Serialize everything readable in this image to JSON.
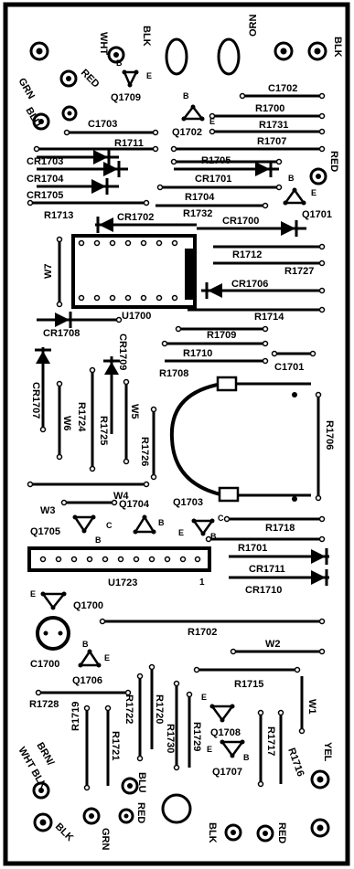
{
  "board": {
    "ink": "#000000",
    "paper": "#ffffff",
    "labels": {
      "wht": "WHT",
      "blk_top": "BLK",
      "orn": "ORN",
      "blk_tr": "BLK",
      "red_top": "RED",
      "grn": "GRN",
      "blu": "BLU",
      "q1709": "Q1709",
      "q1709_b": "B",
      "q1709_e": "E",
      "c1702": "C1702",
      "r1700": "R1700",
      "r1731": "R1731",
      "r1707": "R1707",
      "c1703": "C1703",
      "r1711": "R1711",
      "q1702": "Q1702",
      "q1702_b": "B",
      "q1702_e": "E",
      "cr1703": "CR1703",
      "cr1704": "CR1704",
      "cr1705": "CR1705",
      "r1705": "R1705",
      "cr1701": "CR1701",
      "red_right": "RED",
      "r1713": "R1713",
      "cr1702": "CR1702",
      "r1704": "R1704",
      "r1732": "R1732",
      "cr1700": "CR1700",
      "q1701": "Q1701",
      "q1701_b": "B",
      "q1701_e": "E",
      "w7": "W7",
      "r1712": "R1712",
      "r1727": "R1727",
      "cr1706": "CR1706",
      "u1700": "U1700",
      "r1714": "R1714",
      "cr1708": "CR1708",
      "cr1709": "CR1709",
      "r1709": "R1709",
      "r1710": "R1710",
      "r1708": "R1708",
      "c1701": "C1701",
      "cr1707": "CR1707",
      "w6": "W6",
      "r1724": "R1724",
      "r1725": "R1725",
      "w5": "W5",
      "r1726": "R1726",
      "r1706": "R1706",
      "w4": "W4",
      "w3": "W3",
      "q1704": "Q1704",
      "q1703": "Q1703",
      "q1705": "Q1705",
      "r1718": "R1718",
      "r1701": "R1701",
      "cr1711": "CR1711",
      "cr1710": "CR1710",
      "u1723": "U1723",
      "u1723_pin": "1",
      "q1700": "Q1700",
      "q1700_e": "E",
      "r1702": "R1702",
      "c1700": "C1700",
      "w2": "W2",
      "q1706": "Q1706",
      "r1715": "R1715",
      "r1728": "R1728",
      "r1722": "R1722",
      "r1720": "R1720",
      "r1730": "R1730",
      "r1729": "R1729",
      "w1": "W1",
      "q1708": "Q1708",
      "q1707": "Q1707",
      "r1719": "R1719",
      "r1721": "R1721",
      "r1717": "R1717",
      "r1716": "R1716",
      "yel": "YEL",
      "brn_wht": "BRN/",
      "brn_wht2": "WHT BLK",
      "blu_bot": "BLU",
      "red_bot": "RED",
      "blk_bl": "BLK",
      "grn_bot": "GRN",
      "blk_bot": "BLK",
      "red_br": "RED",
      "pin_c": "C",
      "pin_b": "B",
      "pin_e": "E"
    }
  }
}
